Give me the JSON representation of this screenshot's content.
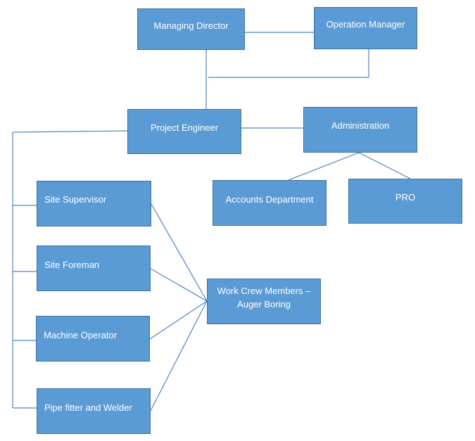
{
  "nodes": {
    "managing_director": "Managing Director",
    "operation_manager": "Operation Manager",
    "project_engineer": "Project Engineer",
    "administration": "Administration",
    "accounts_department": "Accounts Department",
    "pro": "PRO",
    "site_supervisor": "Site Supervisor",
    "site_foreman": "Site Foreman",
    "machine_operator": "Machine Operator",
    "pipe_fitter_welder": "Pipe fitter and Welder",
    "work_crew_line1": "Work Crew Members –",
    "work_crew_line2": "Auger Boring"
  },
  "colors": {
    "box_fill": "#5b9bd5",
    "box_border": "#41719c",
    "connector": "#4a86c5",
    "text": "#ffffff"
  }
}
